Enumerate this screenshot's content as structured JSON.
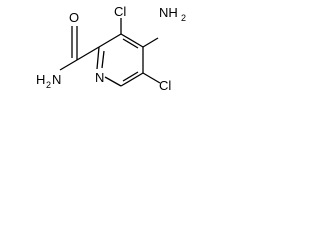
{
  "molecule": {
    "atoms": {
      "cl3": {
        "text": "Cl"
      },
      "nh2_top": {
        "main": "NH",
        "sub": "2"
      },
      "o": {
        "text": "O"
      },
      "cl5": {
        "text": "Cl"
      },
      "nh2_amide": {
        "main": "H",
        "sub": "2",
        "tail": "N"
      },
      "n_ring": {
        "text": "N"
      }
    },
    "colors": {
      "ink": "#000000",
      "background": "#ffffff"
    }
  }
}
